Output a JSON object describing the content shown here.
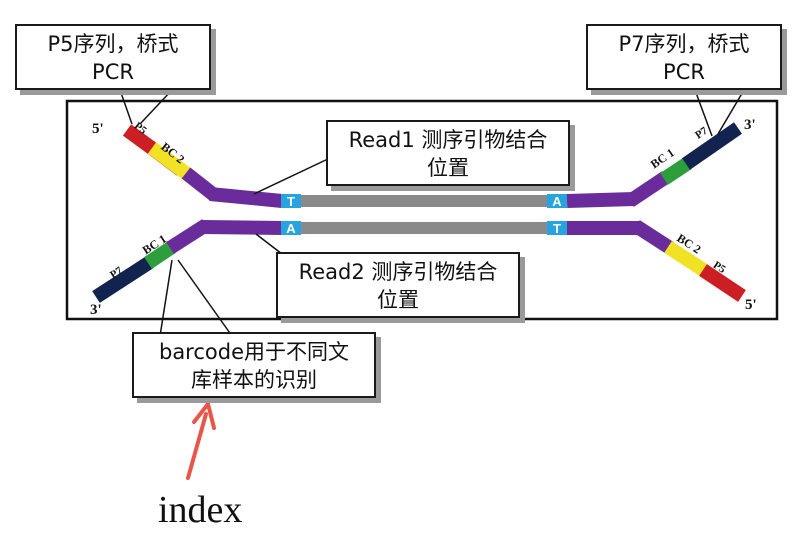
{
  "callouts": {
    "p5": {
      "line1": "P5序列，桥式",
      "line2": "PCR"
    },
    "p7": {
      "line1": "P7序列，桥式",
      "line2": "PCR"
    },
    "read1": {
      "line1": "Read1 测序引物结合",
      "line2": "位置"
    },
    "read2": {
      "line1": "Read2 测序引物结合",
      "line2": "位置"
    },
    "barcode": {
      "line1": "barcode用于不同文",
      "line2": "库样本的识别"
    }
  },
  "strand_labels": {
    "top_left_end": "5'",
    "top_left_p": "P5",
    "top_left_bc": "BC 2",
    "top_right_end": "3'",
    "top_right_p": "P7",
    "top_right_bc": "BC 1",
    "bottom_left_end": "3'",
    "bottom_left_p": "P7",
    "bottom_left_bc": "BC 1",
    "bottom_right_end": "5'",
    "bottom_right_p": "P5",
    "bottom_right_bc": "BC 2",
    "top_left_base": "T",
    "top_right_base": "A",
    "bottom_left_base": "A",
    "bottom_right_base": "T"
  },
  "annotation": {
    "index_word": "index"
  },
  "colors": {
    "p5": "#cc1f24",
    "bc2": "#f2e226",
    "purple": "#6a2c9a",
    "gray": "#8a8a8a",
    "cyan": "#27a3df",
    "green": "#2e9e3c",
    "navy": "#13234f",
    "arrow": "#e8564a"
  }
}
